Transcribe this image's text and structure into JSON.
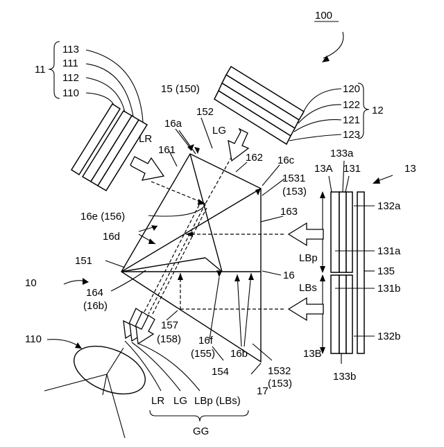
{
  "figure_ref": "100",
  "labels": {
    "g11": "11",
    "l113": "113",
    "l111": "111",
    "l112": "112",
    "l110a": "110",
    "g12": "12",
    "l120": "120",
    "l122": "122",
    "l121": "121",
    "l123": "123",
    "l15": "15 (150)",
    "l152": "152",
    "l16a": "16a",
    "lLG": "LG",
    "lLR": "LR",
    "l161": "161",
    "l162": "162",
    "l16c": "16c",
    "l1531": "1531",
    "l153a": "(153)",
    "l13": "13",
    "l133a": "133a",
    "l13A": "13A",
    "l131": "131",
    "l132a": "132a",
    "l16e": "16e (156)",
    "l163": "163",
    "l16d": "16d",
    "l151": "151",
    "lLBp": "LBp",
    "l131a": "131a",
    "l10": "10",
    "l16": "16",
    "l135": "135",
    "l164": "164",
    "l16b_paren": "(16b)",
    "lLBs": "LBs",
    "l131b": "131b",
    "l157": "157",
    "l158": "(158)",
    "l16f": "16f",
    "l155": "(155)",
    "l16b": "16b",
    "l154": "154",
    "l132b": "132b",
    "l13B": "13B",
    "l110b": "110",
    "l1532": "1532",
    "l153b": "(153)",
    "l17": "17",
    "l133b": "133b",
    "bLR": "LR",
    "bLG": "LG",
    "bLBp": "LBp (LBs)",
    "lGG": "GG"
  }
}
